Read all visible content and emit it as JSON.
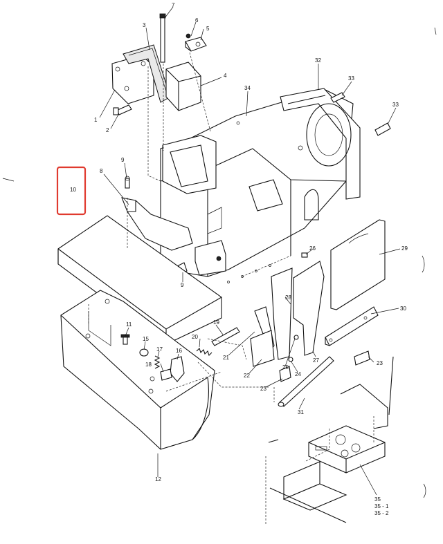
{
  "callouts": {
    "c1": "1",
    "c2": "2",
    "c3": "3",
    "c4": "4",
    "c5": "5",
    "c6": "6",
    "c7": "7",
    "c8": "8",
    "c9a": "9",
    "c9b": "9",
    "c10": "10",
    "c11": "11",
    "c12": "12",
    "c15": "15",
    "c16": "16",
    "c17": "17",
    "c18": "18",
    "c19": "19",
    "c20": "20",
    "c21": "21",
    "c22": "22",
    "c23a": "23",
    "c23b": "23",
    "c24": "24",
    "c25": "25",
    "c26": "26",
    "c27": "27",
    "c28": "28",
    "c29": "29",
    "c30": "30",
    "c31": "31",
    "c32": "32",
    "c33a": "33",
    "c33b": "33",
    "c34": "34",
    "c35": "35",
    "c35_1": "35 - 1",
    "c35_2": "35 - 2"
  },
  "highlight": {
    "part": "10",
    "color": "#e03a2f"
  }
}
